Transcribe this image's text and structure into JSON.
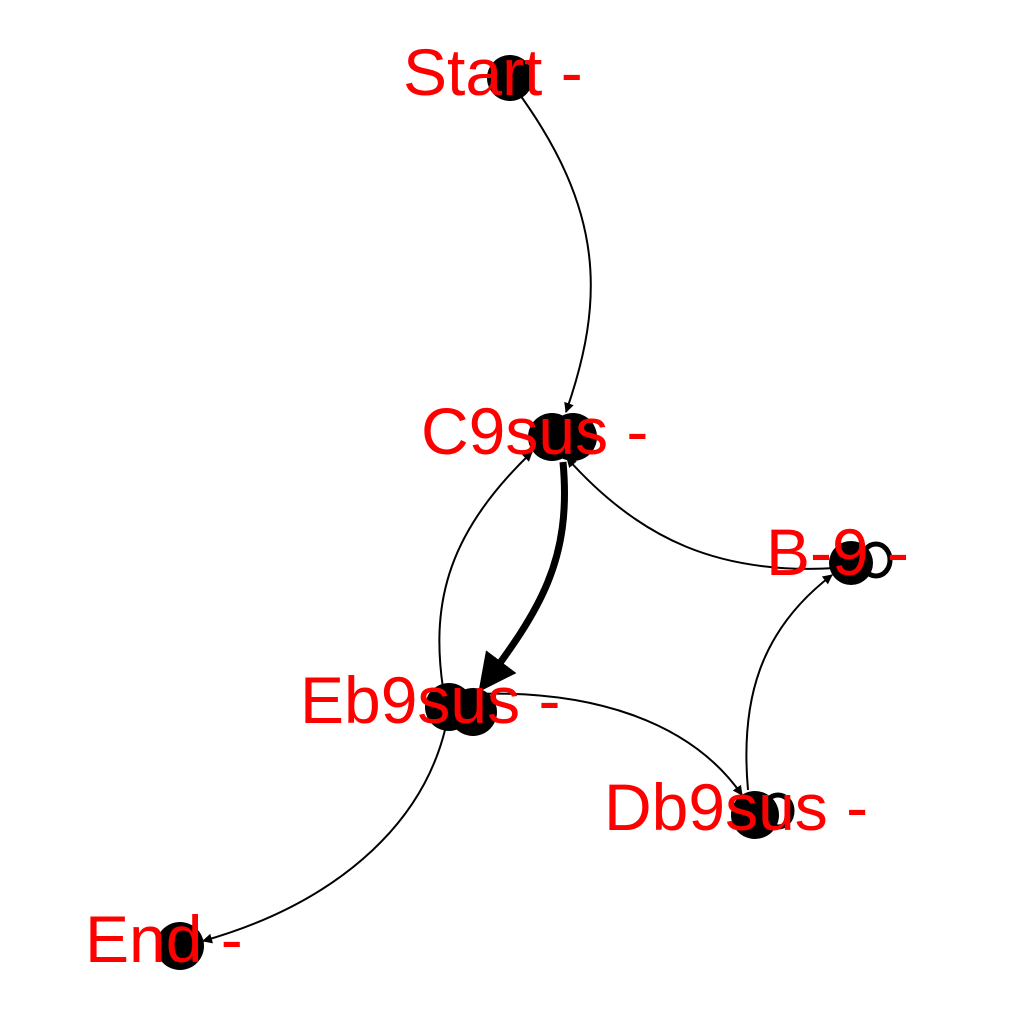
{
  "graph": {
    "nodes": [
      {
        "id": "start",
        "label": "Start -"
      },
      {
        "id": "c9sus",
        "label": "C9sus -"
      },
      {
        "id": "b9",
        "label": "B-9 -"
      },
      {
        "id": "eb9sus",
        "label": "Eb9sus -"
      },
      {
        "id": "db9sus",
        "label": "Db9sus -"
      },
      {
        "id": "end",
        "label": "End -"
      }
    ],
    "edges": [
      {
        "from": "start",
        "to": "c9sus"
      },
      {
        "from": "c9sus",
        "to": "eb9sus",
        "emphasis": "heavy"
      },
      {
        "from": "eb9sus",
        "to": "c9sus"
      },
      {
        "from": "b9",
        "to": "c9sus"
      },
      {
        "from": "eb9sus",
        "to": "db9sus"
      },
      {
        "from": "db9sus",
        "to": "b9"
      },
      {
        "from": "eb9sus",
        "to": "end"
      },
      {
        "from": "b9",
        "to": "b9"
      },
      {
        "from": "db9sus",
        "to": "db9sus"
      },
      {
        "from": "c9sus",
        "to": "c9sus"
      },
      {
        "from": "eb9sus",
        "to": "eb9sus"
      }
    ],
    "colors": {
      "node": "#000000",
      "edge": "#000000",
      "label": "#ff0000",
      "background": "#ffffff"
    }
  }
}
